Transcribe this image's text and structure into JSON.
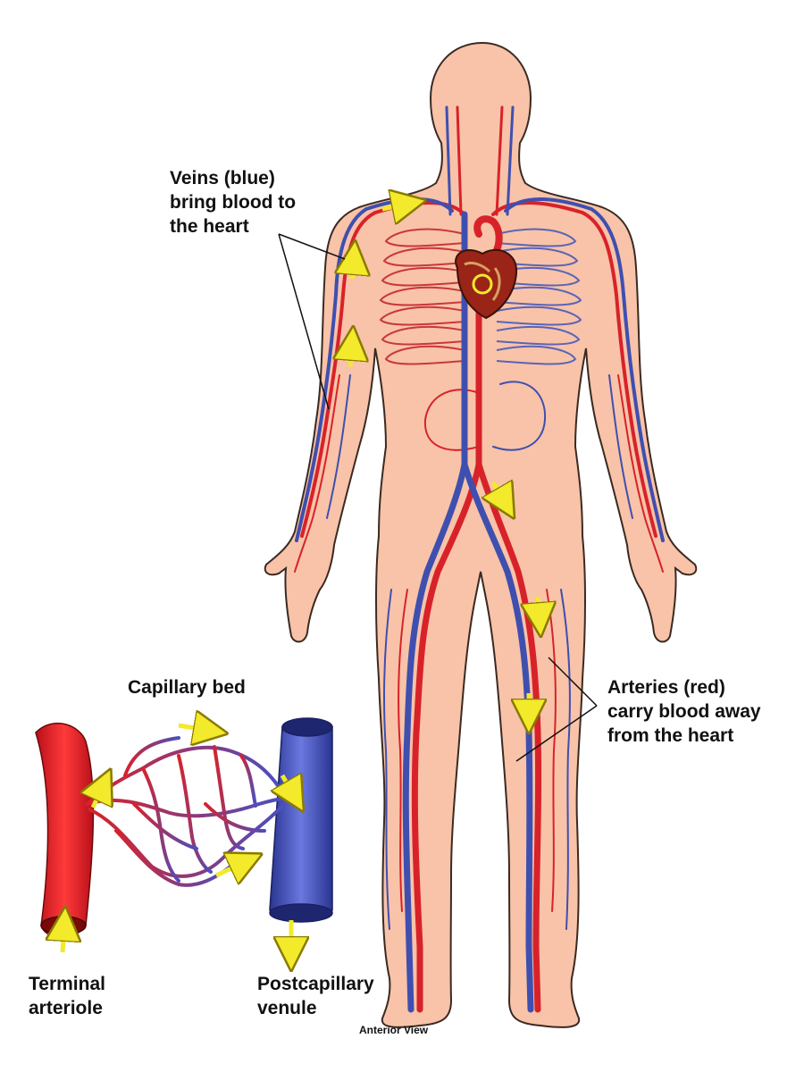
{
  "labels": {
    "veins": [
      "Veins (blue)",
      "bring blood to",
      "the heart"
    ],
    "arteries": [
      "Arteries (red)",
      "carry blood away",
      "from the heart"
    ],
    "capillary_bed": "Capillary bed",
    "terminal_arteriole": [
      "Terminal",
      "arteriole"
    ],
    "postcapillary_venule": [
      "Postcapillary",
      "venule"
    ],
    "view": "Anterior View"
  },
  "colors": {
    "skin": "#f8c3a8",
    "outline": "#3a2a22",
    "artery": "#d8222a",
    "vein": "#3f4fb0",
    "arrow": "#f2ea2a",
    "heart": "#9a2418",
    "text": "#111111"
  }
}
